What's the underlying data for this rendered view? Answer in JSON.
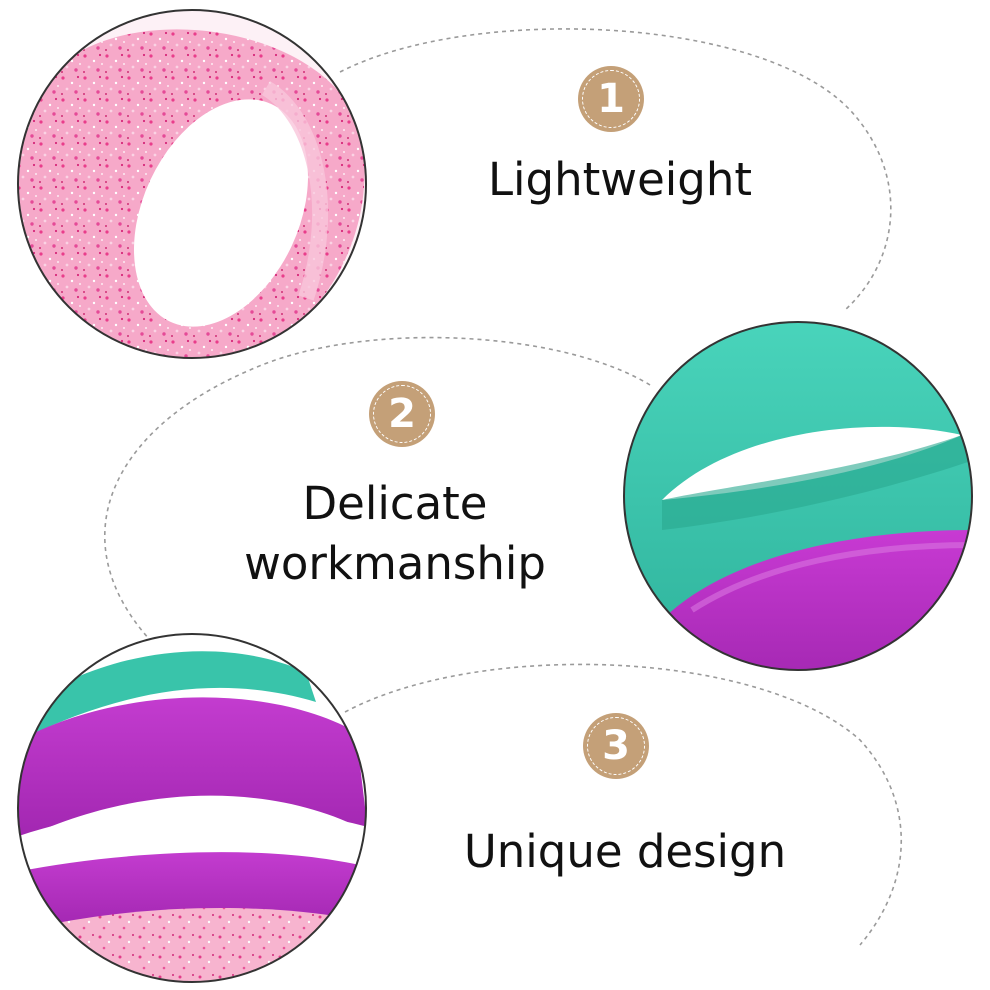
{
  "features": [
    {
      "number": "1",
      "label": "Lightweight"
    },
    {
      "number": "2",
      "label_lines": [
        "Delicate",
        "workmanship"
      ]
    },
    {
      "number": "3",
      "label": "Unique design"
    }
  ],
  "photos": [
    {
      "subject": "pink glitter silicone ring"
    },
    {
      "subject": "teal and purple silicone rings"
    },
    {
      "subject": "purple, teal and pink glitter silicone rings"
    }
  ],
  "colors": {
    "badge": "#c4a078",
    "text": "#111111",
    "dashed_outline": "#9a9a9a",
    "pink_ring": "#f4a8c8",
    "teal_ring": "#3cc3aa",
    "purple_ring": "#b62ec4"
  }
}
